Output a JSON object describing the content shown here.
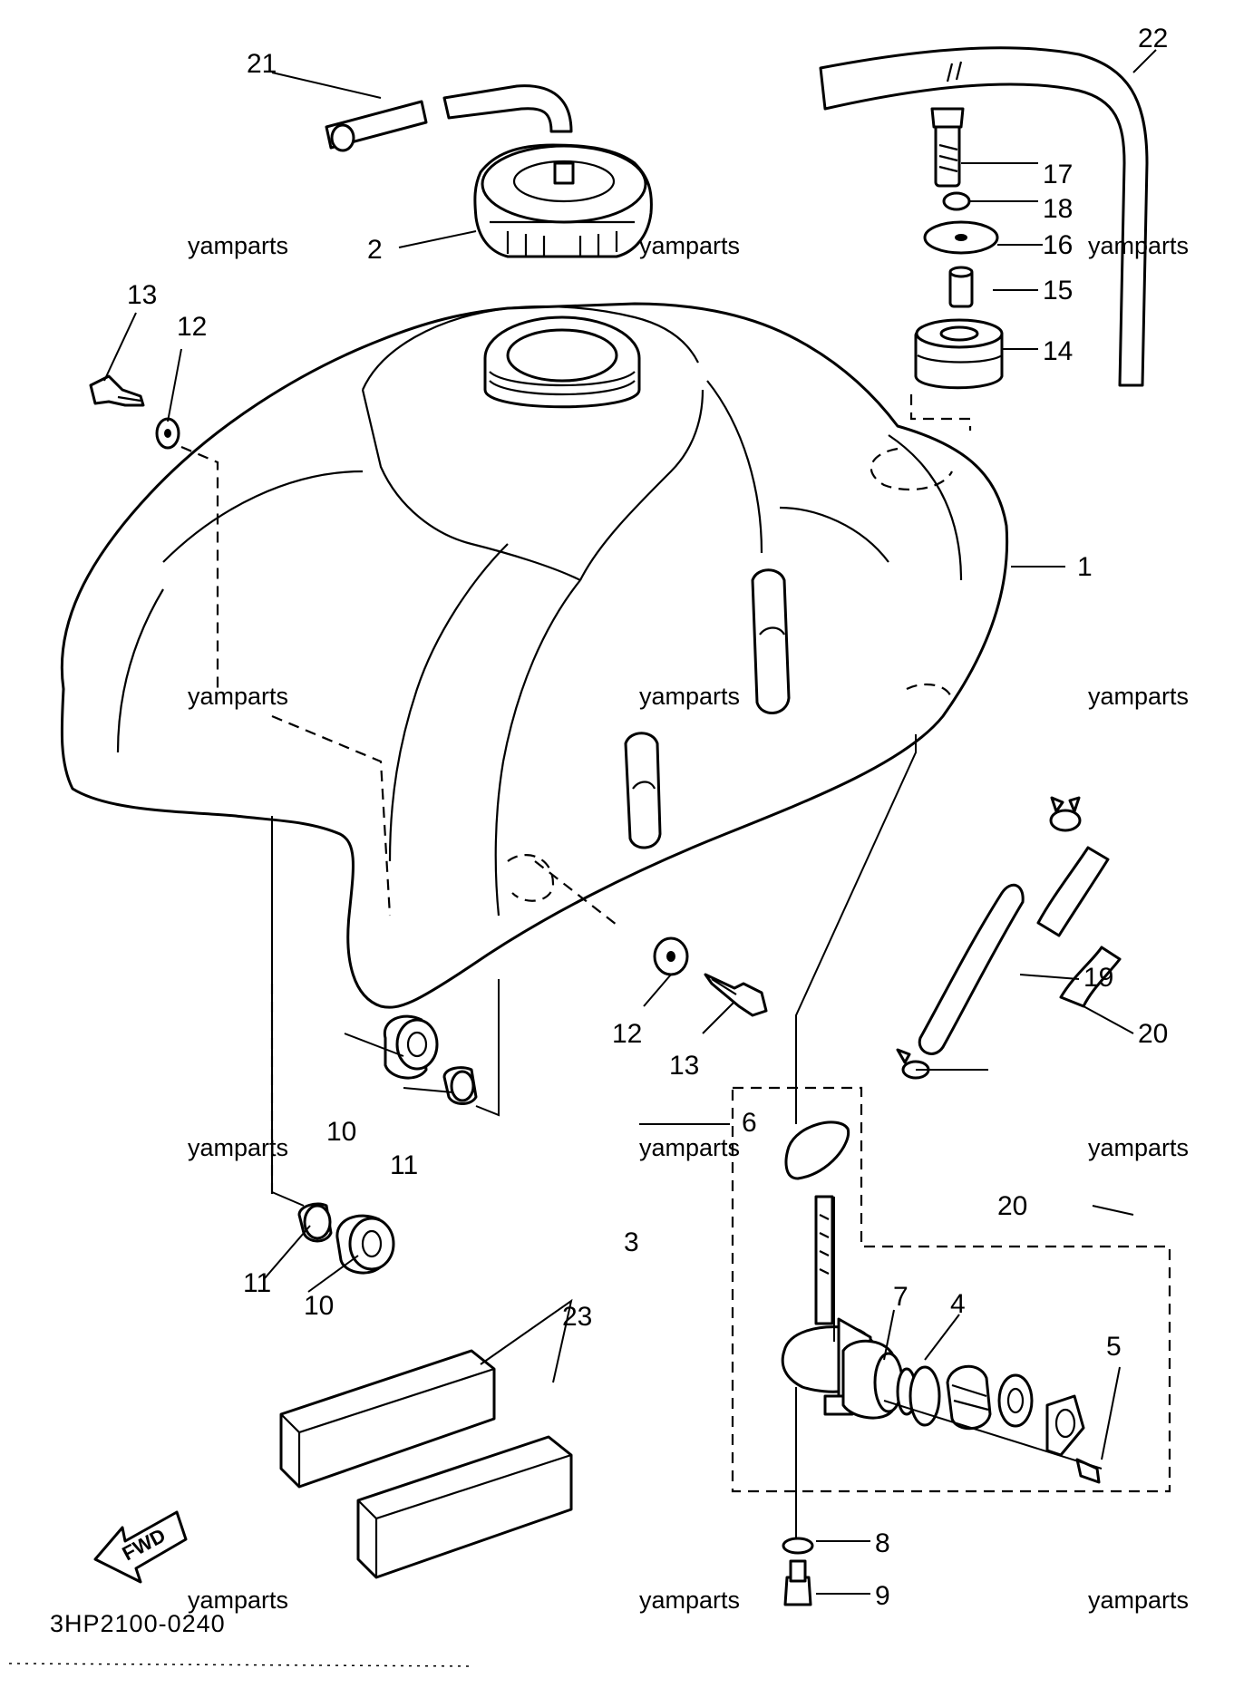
{
  "diagram": {
    "drawing_code": "3HP2100-0240",
    "watermark": "yamparts",
    "fwd_label": "FWD",
    "callouts": [
      {
        "id": "1",
        "label": "1"
      },
      {
        "id": "2",
        "label": "2"
      },
      {
        "id": "3",
        "label": "3"
      },
      {
        "id": "4",
        "label": "4"
      },
      {
        "id": "5",
        "label": "5"
      },
      {
        "id": "6",
        "label": "6"
      },
      {
        "id": "7",
        "label": "7"
      },
      {
        "id": "8",
        "label": "8"
      },
      {
        "id": "9",
        "label": "9"
      },
      {
        "id": "10a",
        "label": "10"
      },
      {
        "id": "10b",
        "label": "10"
      },
      {
        "id": "11a",
        "label": "11"
      },
      {
        "id": "11b",
        "label": "11"
      },
      {
        "id": "12a",
        "label": "12"
      },
      {
        "id": "12b",
        "label": "12"
      },
      {
        "id": "13a",
        "label": "13"
      },
      {
        "id": "13b",
        "label": "13"
      },
      {
        "id": "14",
        "label": "14"
      },
      {
        "id": "15",
        "label": "15"
      },
      {
        "id": "16",
        "label": "16"
      },
      {
        "id": "17",
        "label": "17"
      },
      {
        "id": "18",
        "label": "18"
      },
      {
        "id": "19",
        "label": "19"
      },
      {
        "id": "20a",
        "label": "20"
      },
      {
        "id": "20b",
        "label": "20"
      },
      {
        "id": "21",
        "label": "21"
      },
      {
        "id": "22",
        "label": "22"
      },
      {
        "id": "23",
        "label": "23"
      }
    ]
  }
}
